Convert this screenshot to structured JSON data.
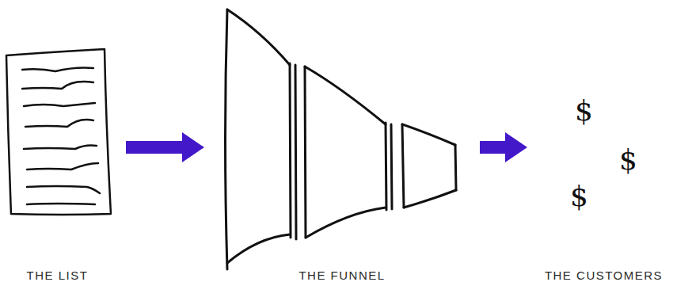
{
  "diagram": {
    "nodes": [
      {
        "text": [
          "THE LIST"
        ]
      },
      {
        "text": [
          "THE FUNNEL"
        ]
      },
      {
        "text": [
          "THE CUSTOMERS"
        ]
      }
    ],
    "edges": [
      {
        "from": 0,
        "to": 1,
        "arrow": "to"
      },
      {
        "from": 1,
        "to": 2,
        "arrow": "to"
      }
    ],
    "labels": [
      "$",
      "$",
      "$"
    ]
  }
}
